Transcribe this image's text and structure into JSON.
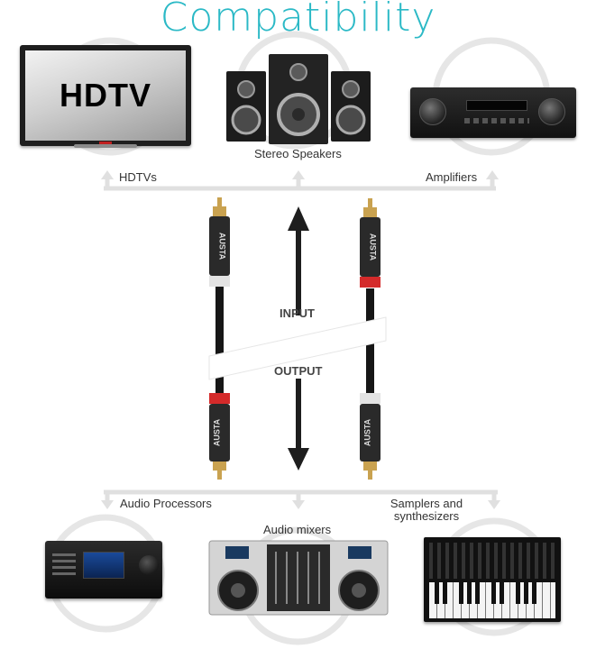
{
  "title": "Compatibility",
  "tv_screen_text": "HDTV",
  "labels": {
    "hdtvs": "HDTVs",
    "stereo_speakers": "Stereo Speakers",
    "amplifiers": "Amplifiers",
    "audio_processors": "Audio Processors",
    "audio_mixers": "Audio mixers",
    "samplers_line1": "Samplers and",
    "samplers_line2": "synthesizers"
  },
  "cable_brand": "AUSTA",
  "input_label": "INPUT",
  "output_label": "OUTPUT",
  "colors": {
    "title": "#2bb9c6",
    "ring": "#e6e6e6",
    "connector_red": "#d42a2a",
    "connector_white": "#e3e3e3",
    "gold": "#c9a250"
  }
}
